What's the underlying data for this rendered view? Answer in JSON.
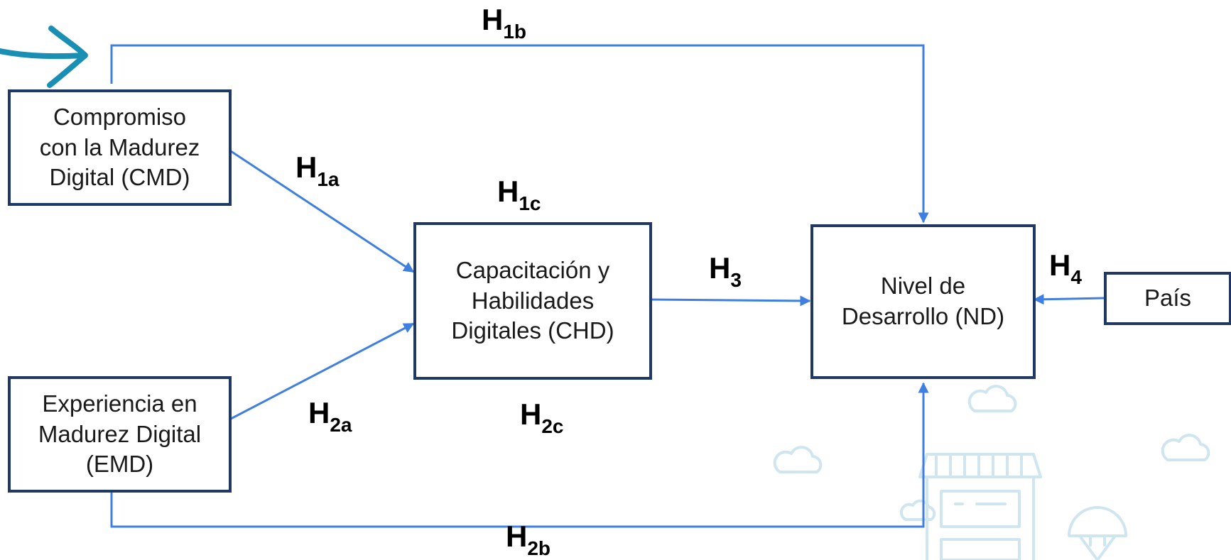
{
  "nodes": {
    "cmd": "Compromiso\ncon la Madurez\nDigital (CMD)",
    "emd": "Experiencia en\nMadurez Digital\n(EMD)",
    "chd": "Capacitación y\nHabilidades\nDigitales (CHD)",
    "nd": "Nivel de\nDesarrollo (ND)",
    "pais": "País"
  },
  "hypotheses": {
    "h1a": {
      "main": "H",
      "sub": "1a"
    },
    "h1b": {
      "main": "H",
      "sub": "1b"
    },
    "h1c": {
      "main": "H",
      "sub": "1c"
    },
    "h2a": {
      "main": "H",
      "sub": "2a"
    },
    "h2b": {
      "main": "H",
      "sub": "2b"
    },
    "h2c": {
      "main": "H",
      "sub": "2c"
    },
    "h3": {
      "main": "H",
      "sub": "3"
    },
    "h4": {
      "main": "H",
      "sub": "4"
    }
  },
  "colors": {
    "arrow": "#3f7fe0",
    "box_border": "#1f3864",
    "watermark": "#cfe5ef",
    "annotation_arrow": "#1a8fb4"
  },
  "icons": [
    "hand-drawn-arrow-icon",
    "cloud-icon",
    "store-icon",
    "ice-cream-icon"
  ]
}
